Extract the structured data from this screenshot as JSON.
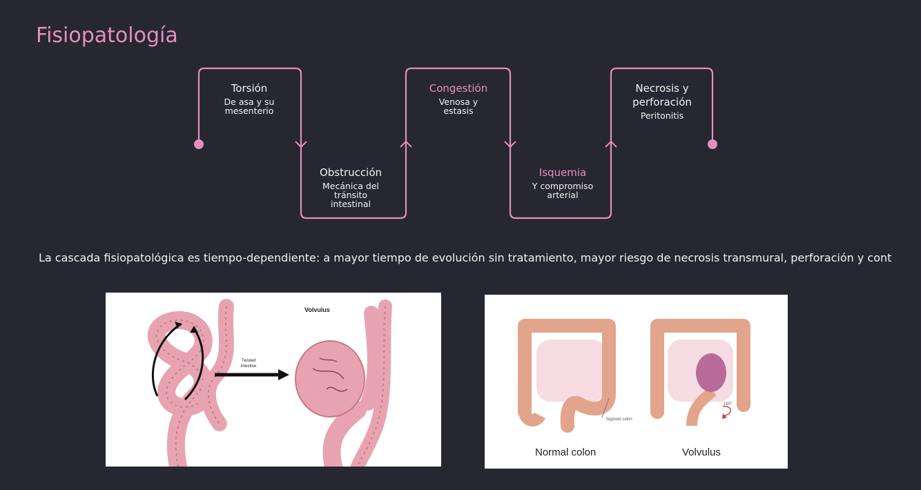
{
  "title": "Fisiopatología",
  "steps": [
    {
      "title": "Torsión",
      "sub": "De asa y su mesenterio"
    },
    {
      "title": "Obstrucción",
      "sub": "Mecánica del tránsito intestinal"
    },
    {
      "title": "Congestión",
      "sub": "Venosa y estasis"
    },
    {
      "title": "Isquemia",
      "sub": "Y compromiso arterial"
    },
    {
      "title": "Necrosis y perforación",
      "sub": "Peritonitis"
    }
  ],
  "paragraph": "La cascada fisiopatológica es tiempo-dependiente: a mayor tiempo de evolución sin tratamiento, mayor riesgo de necrosis transmural, perforación y cont",
  "figure1": {
    "title": "Volvulus",
    "arrow_label": "Twisted intestine"
  },
  "figure2": {
    "label_left": "Normal colon",
    "label_right": "Volvulus",
    "callout": "Sigmoid colon",
    "angle": "180°"
  },
  "colors": {
    "accent": "#e58fc0",
    "background": "#262730",
    "text": "#f2f2f2"
  }
}
